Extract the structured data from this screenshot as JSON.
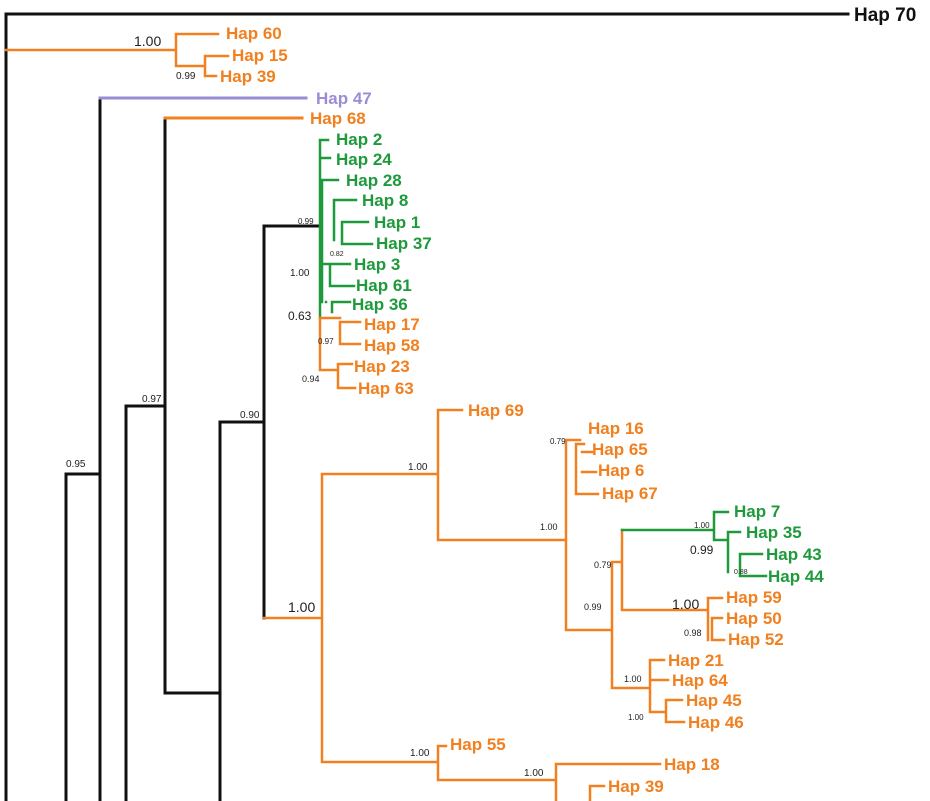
{
  "colors": {
    "orange": "#f08020",
    "green": "#1e9a3c",
    "purple": "#9c8cd6",
    "black": "#111111"
  },
  "tips": {
    "t70": "Hap 70",
    "t60": "Hap 60",
    "t15": "Hap 15",
    "t39a": "Hap 39",
    "t47": "Hap 47",
    "t68": "Hap 68",
    "t2": "Hap 2",
    "t24": "Hap 24",
    "t28": "Hap 28",
    "t8": "Hap 8",
    "t1": "Hap 1",
    "t37": "Hap 37",
    "t3": "Hap 3",
    "t61": "Hap 61",
    "t36": "Hap 36",
    "t17": "Hap 17",
    "t58": "Hap 58",
    "t23": "Hap 23",
    "t63": "Hap 63",
    "t69": "Hap 69",
    "t16": "Hap 16",
    "t65": "Hap 65",
    "t6": "Hap 6",
    "t67": "Hap 67",
    "t7": "Hap 7",
    "t35": "Hap 35",
    "t43": "Hap 43",
    "t44": "Hap 44",
    "t59": "Hap 59",
    "t50": "Hap 50",
    "t52": "Hap 52",
    "t21": "Hap 21",
    "t64": "Hap 64",
    "t45": "Hap 45",
    "t46": "Hap 46",
    "t55": "Hap 55",
    "t18": "Hap 18",
    "t39b": "Hap 39"
  },
  "support": {
    "s_60_grp": "1.00",
    "s_15_39": "0.99",
    "s_outer": "0.95",
    "s_mid": "0.97",
    "s_green_top": "0.99",
    "s_green_mid": "1.00",
    "s_green_low": "0.63",
    "s_17_58": "0.97",
    "s_23_63": "0.94",
    "s_green_sub": "0.82",
    "s_mixed": "0.90",
    "s_big": "1.00",
    "s_69_grp": "1.00",
    "s_16grp": "0.79",
    "s_7grp": "1.00",
    "s_7grp_b": "0.99",
    "s_43_44": "0.88",
    "s_59grp": "1.00",
    "s_50_52": "0.98",
    "s_orange_node": "1.00",
    "s_mixed_node": "0.79",
    "s_21grp": "1.00",
    "s_45_46": "1.00",
    "s_55": "1.00",
    "s_18_39": "1.00",
    "s_bottom": "0.99"
  }
}
